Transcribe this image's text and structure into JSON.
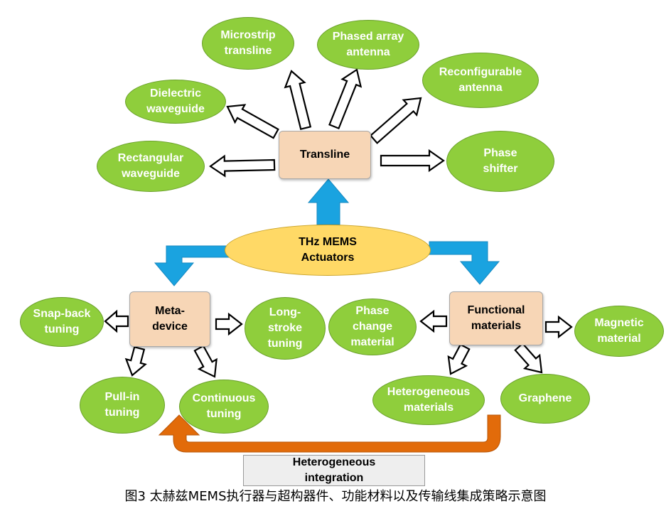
{
  "colors": {
    "leaf": "#8fce3c",
    "hub": "#f7d6b6",
    "core": "#ffd966",
    "blue_arrow": "#1aa3e0",
    "orange_arrow": "#e26b0a"
  },
  "core": {
    "label": "THz MEMS\nActuators"
  },
  "hubs": {
    "transline": "Transline",
    "meta_device": "Meta-\ndevice",
    "functional": "Functional\nmaterials"
  },
  "leaves": {
    "microstrip": "Microstrip\ntransline",
    "phased_array": "Phased array\nantenna",
    "dielectric": "Dielectric\nwaveguide",
    "reconfigurable": "Reconfigurable\nantenna",
    "rectangular": "Rectangular\nwaveguide",
    "phase_shifter": "Phase\nshifter",
    "snap_back": "Snap-back\ntuning",
    "long_stroke": "Long-\nstroke\ntuning",
    "pull_in": "Pull-in\ntuning",
    "continuous": "Continuous\ntuning",
    "phase_change": "Phase\nchange\nmaterial",
    "magnetic": "Magnetic\nmaterial",
    "heterogeneous_materials": "Heterogeneous\nmaterials",
    "graphene": "Graphene"
  },
  "integration": {
    "label": "Heterogeneous\nintegration"
  },
  "caption": "图3 太赫兹MEMS执行器与超构器件、功能材料以及传输线集成策略示意图"
}
